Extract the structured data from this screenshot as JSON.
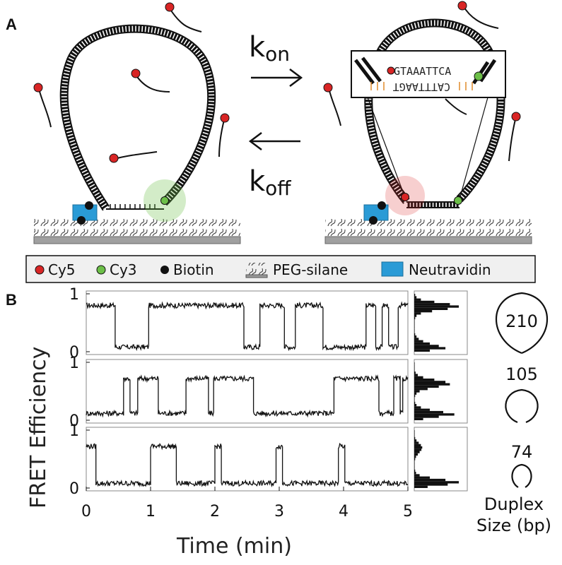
{
  "panel_a": {
    "letter": "A",
    "rate_on": {
      "k": "k",
      "sub": "on"
    },
    "rate_off": {
      "k": "k",
      "sub": "off"
    },
    "sequence_top": "GTAAATTCA",
    "sequence_bottom": "CATTTAAGT"
  },
  "legend": {
    "items": [
      {
        "label": "Cy5",
        "color": "#d92525",
        "icon": "red-dot-icon"
      },
      {
        "label": "Cy3",
        "color": "#6cbf48",
        "icon": "green-dot-icon"
      },
      {
        "label": "Biotin",
        "color": "#111111",
        "icon": "black-dot-icon"
      },
      {
        "label": "PEG-silane",
        "color": "#555555",
        "icon": "peg-silane-icon"
      },
      {
        "label": "Neutravidin",
        "color": "#2a9bd6",
        "icon": "neutravidin-icon"
      }
    ]
  },
  "panel_b": {
    "letter": "B",
    "ylabel": "FRET Efficiency",
    "xlabel": "Time (min)",
    "loops": [
      {
        "size": "210"
      },
      {
        "size": "105"
      },
      {
        "size": "74"
      }
    ],
    "duplex_label_line1": "Duplex",
    "duplex_label_line2": "Size (bp)"
  },
  "chart_data": [
    {
      "type": "line",
      "name_label": "210",
      "xlim": [
        0,
        5
      ],
      "ylim": [
        0,
        1
      ],
      "yticks": [
        "0",
        "1"
      ],
      "states": {
        "high": 0.8,
        "low": 0.08
      },
      "segments": [
        [
          0.0,
          0.45,
          "high"
        ],
        [
          0.45,
          0.97,
          "low"
        ],
        [
          0.97,
          2.45,
          "high"
        ],
        [
          2.45,
          2.7,
          "low"
        ],
        [
          2.7,
          3.08,
          "high"
        ],
        [
          3.08,
          3.25,
          "low"
        ],
        [
          3.25,
          3.68,
          "high"
        ],
        [
          3.68,
          4.35,
          "low"
        ],
        [
          4.35,
          4.5,
          "high"
        ],
        [
          4.5,
          4.6,
          "low"
        ],
        [
          4.6,
          4.7,
          "high"
        ],
        [
          4.7,
          4.85,
          "low"
        ],
        [
          4.85,
          5.0,
          "high"
        ]
      ],
      "histogram": {
        "bins": [
          0.02,
          0.06,
          0.1,
          0.14,
          0.18,
          0.22,
          0.26,
          0.3,
          0.34,
          0.38,
          0.42,
          0.46,
          0.5,
          0.54,
          0.58,
          0.62,
          0.66,
          0.7,
          0.74,
          0.78,
          0.82,
          0.86,
          0.9,
          0.94,
          0.98
        ],
        "counts": [
          0.35,
          0.7,
          0.55,
          0.35,
          0.2,
          0.1,
          0.05,
          0.02,
          0.01,
          0.01,
          0.01,
          0.01,
          0.01,
          0.01,
          0.02,
          0.05,
          0.15,
          0.4,
          0.75,
          1.0,
          0.8,
          0.45,
          0.15,
          0.05,
          0.02
        ]
      }
    },
    {
      "type": "line",
      "name_label": "105",
      "xlim": [
        0,
        5
      ],
      "ylim": [
        0,
        1
      ],
      "yticks": [
        "0",
        "1"
      ],
      "states": {
        "high": 0.72,
        "low": 0.12
      },
      "segments": [
        [
          0.0,
          0.58,
          "low"
        ],
        [
          0.58,
          0.68,
          "high"
        ],
        [
          0.68,
          0.8,
          "low"
        ],
        [
          0.8,
          1.12,
          "high"
        ],
        [
          1.12,
          1.55,
          "low"
        ],
        [
          1.55,
          1.9,
          "high"
        ],
        [
          1.9,
          1.98,
          "low"
        ],
        [
          1.98,
          2.6,
          "high"
        ],
        [
          2.6,
          3.85,
          "low"
        ],
        [
          3.85,
          4.55,
          "high"
        ],
        [
          4.55,
          4.78,
          "low"
        ],
        [
          4.78,
          4.88,
          "high"
        ],
        [
          4.88,
          4.92,
          "low"
        ],
        [
          4.92,
          5.0,
          "high"
        ]
      ],
      "histogram": {
        "bins": [
          0.02,
          0.06,
          0.1,
          0.14,
          0.18,
          0.22,
          0.26,
          0.3,
          0.34,
          0.38,
          0.42,
          0.46,
          0.5,
          0.54,
          0.58,
          0.62,
          0.66,
          0.7,
          0.74,
          0.78,
          0.82,
          0.86,
          0.9,
          0.94,
          0.98
        ],
        "counts": [
          0.2,
          0.55,
          0.9,
          0.65,
          0.35,
          0.15,
          0.05,
          0.02,
          0.01,
          0.01,
          0.02,
          0.05,
          0.12,
          0.3,
          0.55,
          0.8,
          0.7,
          0.45,
          0.2,
          0.08,
          0.03,
          0.01,
          0.01,
          0.01,
          0.01
        ]
      }
    },
    {
      "type": "line",
      "name_label": "74",
      "xlim": [
        0,
        5
      ],
      "ylim": [
        0,
        1
      ],
      "yticks": [
        "0",
        "1"
      ],
      "xticks": [
        "0",
        "1",
        "2",
        "3",
        "4",
        "5"
      ],
      "states": {
        "high": 0.72,
        "low": 0.08
      },
      "segments": [
        [
          0.0,
          0.15,
          "high"
        ],
        [
          0.15,
          1.0,
          "low"
        ],
        [
          1.0,
          1.4,
          "high"
        ],
        [
          1.4,
          2.0,
          "low"
        ],
        [
          2.0,
          2.1,
          "high"
        ],
        [
          2.1,
          2.95,
          "low"
        ],
        [
          2.95,
          3.05,
          "high"
        ],
        [
          3.05,
          3.92,
          "low"
        ],
        [
          3.92,
          4.02,
          "high"
        ],
        [
          4.02,
          5.0,
          "low"
        ]
      ],
      "histogram": {
        "bins": [
          0.02,
          0.06,
          0.1,
          0.14,
          0.18,
          0.22,
          0.26,
          0.3,
          0.34,
          0.38,
          0.42,
          0.46,
          0.5,
          0.54,
          0.58,
          0.62,
          0.66,
          0.7,
          0.74,
          0.78,
          0.82,
          0.86,
          0.9,
          0.94,
          0.98
        ],
        "counts": [
          0.3,
          0.75,
          1.0,
          0.7,
          0.35,
          0.12,
          0.04,
          0.02,
          0.01,
          0.01,
          0.01,
          0.01,
          0.02,
          0.04,
          0.08,
          0.12,
          0.16,
          0.18,
          0.15,
          0.1,
          0.05,
          0.02,
          0.01,
          0.01,
          0.01
        ]
      }
    }
  ]
}
